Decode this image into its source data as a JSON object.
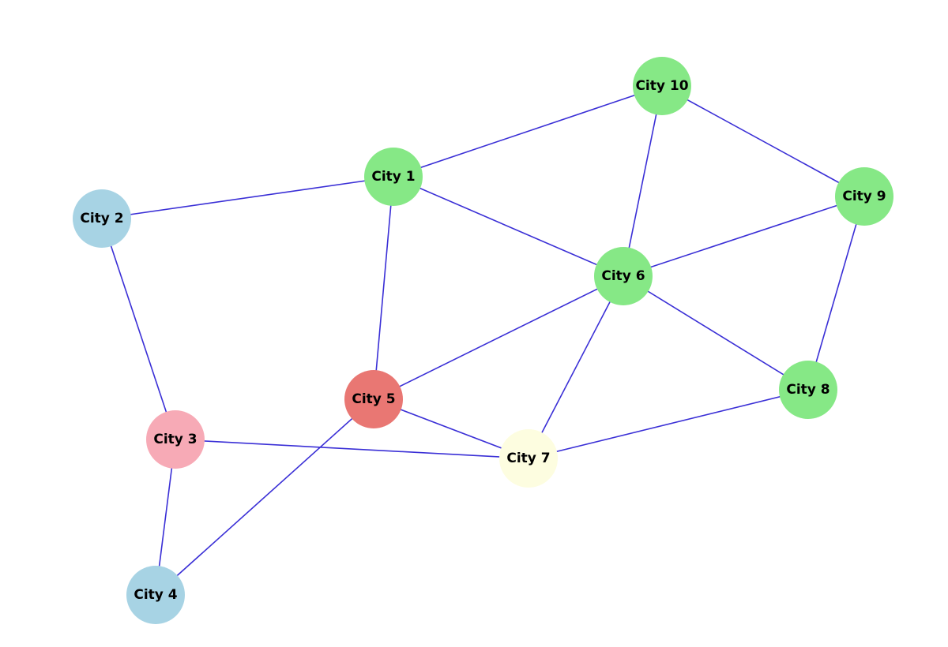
{
  "graph": {
    "edge_color": "#3a2fd6",
    "nodes": [
      {
        "id": "city1",
        "label": "City 1",
        "color": "#86e886"
      },
      {
        "id": "city2",
        "label": "City 2",
        "color": "#a7d3e4"
      },
      {
        "id": "city3",
        "label": "City 3",
        "color": "#f7aab6"
      },
      {
        "id": "city4",
        "label": "City 4",
        "color": "#a7d3e4"
      },
      {
        "id": "city5",
        "label": "City 5",
        "color": "#e97773"
      },
      {
        "id": "city6",
        "label": "City 6",
        "color": "#86e886"
      },
      {
        "id": "city7",
        "label": "City 7",
        "color": "#fdfde0"
      },
      {
        "id": "city8",
        "label": "City 8",
        "color": "#86e886"
      },
      {
        "id": "city9",
        "label": "City 9",
        "color": "#86e886"
      },
      {
        "id": "city10",
        "label": "City 10",
        "color": "#86e886"
      }
    ],
    "edges": [
      [
        "city1",
        "city2"
      ],
      [
        "city1",
        "city10"
      ],
      [
        "city1",
        "city6"
      ],
      [
        "city1",
        "city5"
      ],
      [
        "city2",
        "city3"
      ],
      [
        "city3",
        "city4"
      ],
      [
        "city3",
        "city7"
      ],
      [
        "city4",
        "city5"
      ],
      [
        "city5",
        "city6"
      ],
      [
        "city5",
        "city7"
      ],
      [
        "city6",
        "city10"
      ],
      [
        "city6",
        "city9"
      ],
      [
        "city6",
        "city8"
      ],
      [
        "city6",
        "city7"
      ],
      [
        "city7",
        "city8"
      ],
      [
        "city8",
        "city9"
      ],
      [
        "city9",
        "city10"
      ]
    ]
  }
}
